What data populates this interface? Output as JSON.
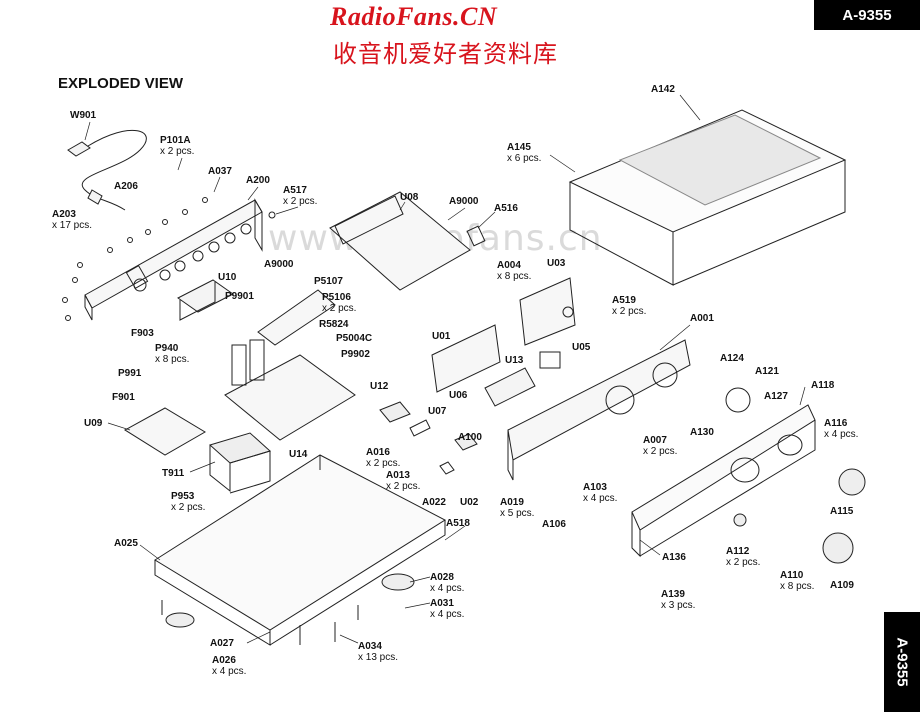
{
  "header": {
    "site_title": "RadioFans.CN",
    "site_subtitle": "收音机爱好者资料库",
    "model": "A-9355",
    "section_title": "EXPLODED VIEW",
    "side_tab": "A-9355",
    "watermark": "www.radiofans.cn"
  },
  "colors": {
    "brand_red": "#d8141d",
    "line": "#222222",
    "fill_light": "#f4f4f4"
  },
  "parts": {
    "W901": {
      "ref": "W901",
      "qty": ""
    },
    "P101A": {
      "ref": "P101A",
      "qty": "x 2 pcs."
    },
    "A037": {
      "ref": "A037",
      "qty": ""
    },
    "A200": {
      "ref": "A200",
      "qty": ""
    },
    "A206": {
      "ref": "A206",
      "qty": ""
    },
    "A517": {
      "ref": "A517",
      "qty": "x 2 pcs."
    },
    "A203": {
      "ref": "A203",
      "qty": "x 17 pcs."
    },
    "U08": {
      "ref": "U08",
      "qty": ""
    },
    "A9000a": {
      "ref": "A9000",
      "qty": ""
    },
    "A516": {
      "ref": "A516",
      "qty": ""
    },
    "A9000b": {
      "ref": "A9000",
      "qty": ""
    },
    "U10": {
      "ref": "U10",
      "qty": ""
    },
    "P5107": {
      "ref": "P5107",
      "qty": ""
    },
    "P9901": {
      "ref": "P9901",
      "qty": ""
    },
    "P5106": {
      "ref": "P5106",
      "qty": "x 2 pcs."
    },
    "R5824": {
      "ref": "R5824",
      "qty": ""
    },
    "F903": {
      "ref": "F903",
      "qty": ""
    },
    "P5004C": {
      "ref": "P5004C",
      "qty": ""
    },
    "P940": {
      "ref": "P940",
      "qty": "x 8 pcs."
    },
    "P9902": {
      "ref": "P9902",
      "qty": ""
    },
    "P991": {
      "ref": "P991",
      "qty": ""
    },
    "F901": {
      "ref": "F901",
      "qty": ""
    },
    "U09": {
      "ref": "U09",
      "qty": ""
    },
    "U14": {
      "ref": "U14",
      "qty": ""
    },
    "T911": {
      "ref": "T911",
      "qty": ""
    },
    "P953": {
      "ref": "P953",
      "qty": "x 2 pcs."
    },
    "A025": {
      "ref": "A025",
      "qty": ""
    },
    "A027": {
      "ref": "A027",
      "qty": ""
    },
    "A026": {
      "ref": "A026",
      "qty": "x 4 pcs."
    },
    "A034": {
      "ref": "A034",
      "qty": "x 13 pcs."
    },
    "A031": {
      "ref": "A031",
      "qty": "x 4 pcs."
    },
    "A028": {
      "ref": "A028",
      "qty": "x 4 pcs."
    },
    "A518": {
      "ref": "A518",
      "qty": ""
    },
    "A022": {
      "ref": "A022",
      "qty": ""
    },
    "U02": {
      "ref": "U02",
      "qty": ""
    },
    "A013": {
      "ref": "A013",
      "qty": "x 2 pcs."
    },
    "A016": {
      "ref": "A016",
      "qty": "x 2 pcs."
    },
    "U12": {
      "ref": "U12",
      "qty": ""
    },
    "U07": {
      "ref": "U07",
      "qty": ""
    },
    "U06": {
      "ref": "U06",
      "qty": ""
    },
    "A100": {
      "ref": "A100",
      "qty": ""
    },
    "U01": {
      "ref": "U01",
      "qty": ""
    },
    "U13": {
      "ref": "U13",
      "qty": ""
    },
    "U05": {
      "ref": "U05",
      "qty": ""
    },
    "A004": {
      "ref": "A004",
      "qty": "x 8 pcs."
    },
    "U03": {
      "ref": "U03",
      "qty": ""
    },
    "A142": {
      "ref": "A142",
      "qty": ""
    },
    "A145": {
      "ref": "A145",
      "qty": "x 6 pcs."
    },
    "A519": {
      "ref": "A519",
      "qty": "x 2 pcs."
    },
    "A001": {
      "ref": "A001",
      "qty": ""
    },
    "A124": {
      "ref": "A124",
      "qty": ""
    },
    "A121": {
      "ref": "A121",
      "qty": ""
    },
    "A118": {
      "ref": "A118",
      "qty": ""
    },
    "A127": {
      "ref": "A127",
      "qty": ""
    },
    "A116": {
      "ref": "A116",
      "qty": "x 4 pcs."
    },
    "A130": {
      "ref": "A130",
      "qty": ""
    },
    "A007": {
      "ref": "A007",
      "qty": "x 2 pcs."
    },
    "A019": {
      "ref": "A019",
      "qty": "x 5 pcs."
    },
    "A106": {
      "ref": "A106",
      "qty": ""
    },
    "A103": {
      "ref": "A103",
      "qty": "x 4 pcs."
    },
    "A115": {
      "ref": "A115",
      "qty": ""
    },
    "A136": {
      "ref": "A136",
      "qty": ""
    },
    "A112": {
      "ref": "A112",
      "qty": "x 2 pcs."
    },
    "A110": {
      "ref": "A110",
      "qty": "x 8 pcs."
    },
    "A109": {
      "ref": "A109",
      "qty": ""
    },
    "A139": {
      "ref": "A139",
      "qty": "x 3 pcs."
    }
  }
}
